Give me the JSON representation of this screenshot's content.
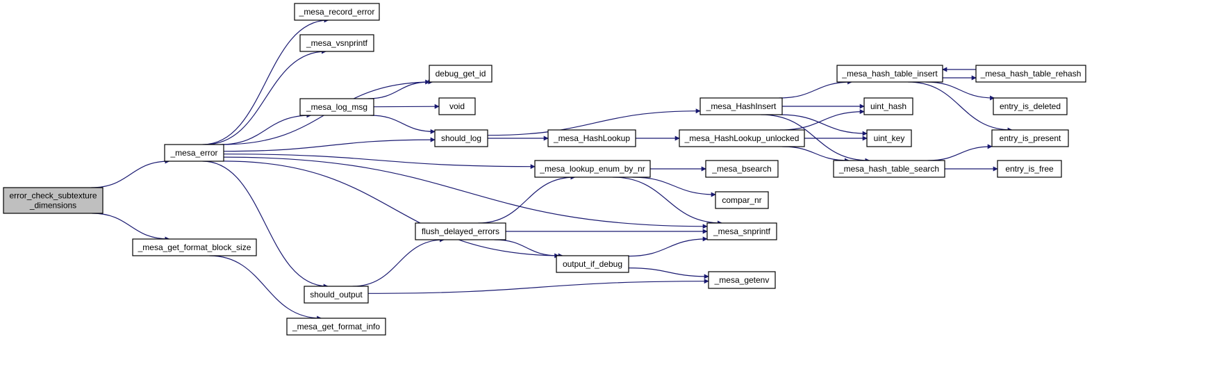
{
  "colors": {
    "edge": "#191970",
    "root_fill": "#bfbfbf",
    "node_fill": "#ffffff",
    "node_border": "#000000"
  },
  "nodes": [
    {
      "id": "root",
      "lines": [
        "error_check_subtexture",
        "_dimensions"
      ],
      "root": true
    },
    {
      "id": "mesa_error",
      "lines": [
        "_mesa_error"
      ]
    },
    {
      "id": "get_format_block_size",
      "lines": [
        "_mesa_get_format_block_size"
      ]
    },
    {
      "id": "record_error",
      "lines": [
        "_mesa_record_error"
      ]
    },
    {
      "id": "vsnprintf",
      "lines": [
        "_mesa_vsnprintf"
      ]
    },
    {
      "id": "debug_get_id",
      "lines": [
        "debug_get_id"
      ]
    },
    {
      "id": "log_msg",
      "lines": [
        "_mesa_log_msg"
      ]
    },
    {
      "id": "void",
      "lines": [
        "void"
      ]
    },
    {
      "id": "should_log",
      "lines": [
        "should_log"
      ]
    },
    {
      "id": "flush_delayed",
      "lines": [
        "flush_delayed_errors"
      ]
    },
    {
      "id": "should_output",
      "lines": [
        "should_output"
      ]
    },
    {
      "id": "get_format_info",
      "lines": [
        "_mesa_get_format_info"
      ]
    },
    {
      "id": "hashinsert",
      "lines": [
        "_mesa_HashInsert"
      ]
    },
    {
      "id": "hashlookup",
      "lines": [
        "_mesa_HashLookup"
      ]
    },
    {
      "id": "lookup_enum",
      "lines": [
        "_mesa_lookup_enum_by_nr"
      ]
    },
    {
      "id": "output_if_debug",
      "lines": [
        "output_if_debug"
      ]
    },
    {
      "id": "hashlookup_unlocked",
      "lines": [
        "_mesa_HashLookup_unlocked"
      ]
    },
    {
      "id": "bsearch",
      "lines": [
        "_mesa_bsearch"
      ]
    },
    {
      "id": "compar_nr",
      "lines": [
        "compar_nr"
      ]
    },
    {
      "id": "snprintf",
      "lines": [
        "_mesa_snprintf"
      ]
    },
    {
      "id": "getenv",
      "lines": [
        "_mesa_getenv"
      ]
    },
    {
      "id": "ht_insert",
      "lines": [
        "_mesa_hash_table_insert"
      ]
    },
    {
      "id": "uint_hash",
      "lines": [
        "uint_hash"
      ]
    },
    {
      "id": "uint_key",
      "lines": [
        "uint_key"
      ]
    },
    {
      "id": "ht_search",
      "lines": [
        "_mesa_hash_table_search"
      ]
    },
    {
      "id": "ht_rehash",
      "lines": [
        "_mesa_hash_table_rehash"
      ]
    },
    {
      "id": "entry_is_deleted",
      "lines": [
        "entry_is_deleted"
      ]
    },
    {
      "id": "entry_is_present",
      "lines": [
        "entry_is_present"
      ]
    },
    {
      "id": "entry_is_free",
      "lines": [
        "entry_is_free"
      ]
    }
  ],
  "edges": [
    [
      "root",
      "mesa_error"
    ],
    [
      "root",
      "get_format_block_size"
    ],
    [
      "mesa_error",
      "record_error"
    ],
    [
      "mesa_error",
      "vsnprintf"
    ],
    [
      "mesa_error",
      "debug_get_id"
    ],
    [
      "mesa_error",
      "log_msg"
    ],
    [
      "mesa_error",
      "should_log"
    ],
    [
      "mesa_error",
      "lookup_enum"
    ],
    [
      "mesa_error",
      "snprintf"
    ],
    [
      "mesa_error",
      "output_if_debug"
    ],
    [
      "mesa_error",
      "should_output"
    ],
    [
      "get_format_block_size",
      "get_format_info"
    ],
    [
      "log_msg",
      "debug_get_id"
    ],
    [
      "log_msg",
      "void"
    ],
    [
      "log_msg",
      "should_log"
    ],
    [
      "should_log",
      "hashinsert"
    ],
    [
      "should_log",
      "hashlookup"
    ],
    [
      "hashlookup",
      "hashlookup_unlocked"
    ],
    [
      "hashinsert",
      "ht_insert"
    ],
    [
      "hashinsert",
      "uint_hash"
    ],
    [
      "hashinsert",
      "uint_key"
    ],
    [
      "hashinsert",
      "ht_search"
    ],
    [
      "hashlookup_unlocked",
      "uint_hash"
    ],
    [
      "hashlookup_unlocked",
      "uint_key"
    ],
    [
      "hashlookup_unlocked",
      "ht_search"
    ],
    [
      "ht_insert",
      "ht_rehash"
    ],
    [
      "ht_rehash",
      "ht_insert"
    ],
    [
      "ht_insert",
      "entry_is_deleted"
    ],
    [
      "ht_insert",
      "entry_is_present"
    ],
    [
      "ht_search",
      "entry_is_present"
    ],
    [
      "ht_search",
      "entry_is_free"
    ],
    [
      "lookup_enum",
      "bsearch"
    ],
    [
      "lookup_enum",
      "compar_nr"
    ],
    [
      "lookup_enum",
      "snprintf"
    ],
    [
      "flush_delayed",
      "lookup_enum"
    ],
    [
      "flush_delayed",
      "snprintf"
    ],
    [
      "flush_delayed",
      "output_if_debug"
    ],
    [
      "should_output",
      "flush_delayed"
    ],
    [
      "should_output",
      "getenv"
    ],
    [
      "output_if_debug",
      "snprintf"
    ],
    [
      "output_if_debug",
      "getenv"
    ]
  ]
}
